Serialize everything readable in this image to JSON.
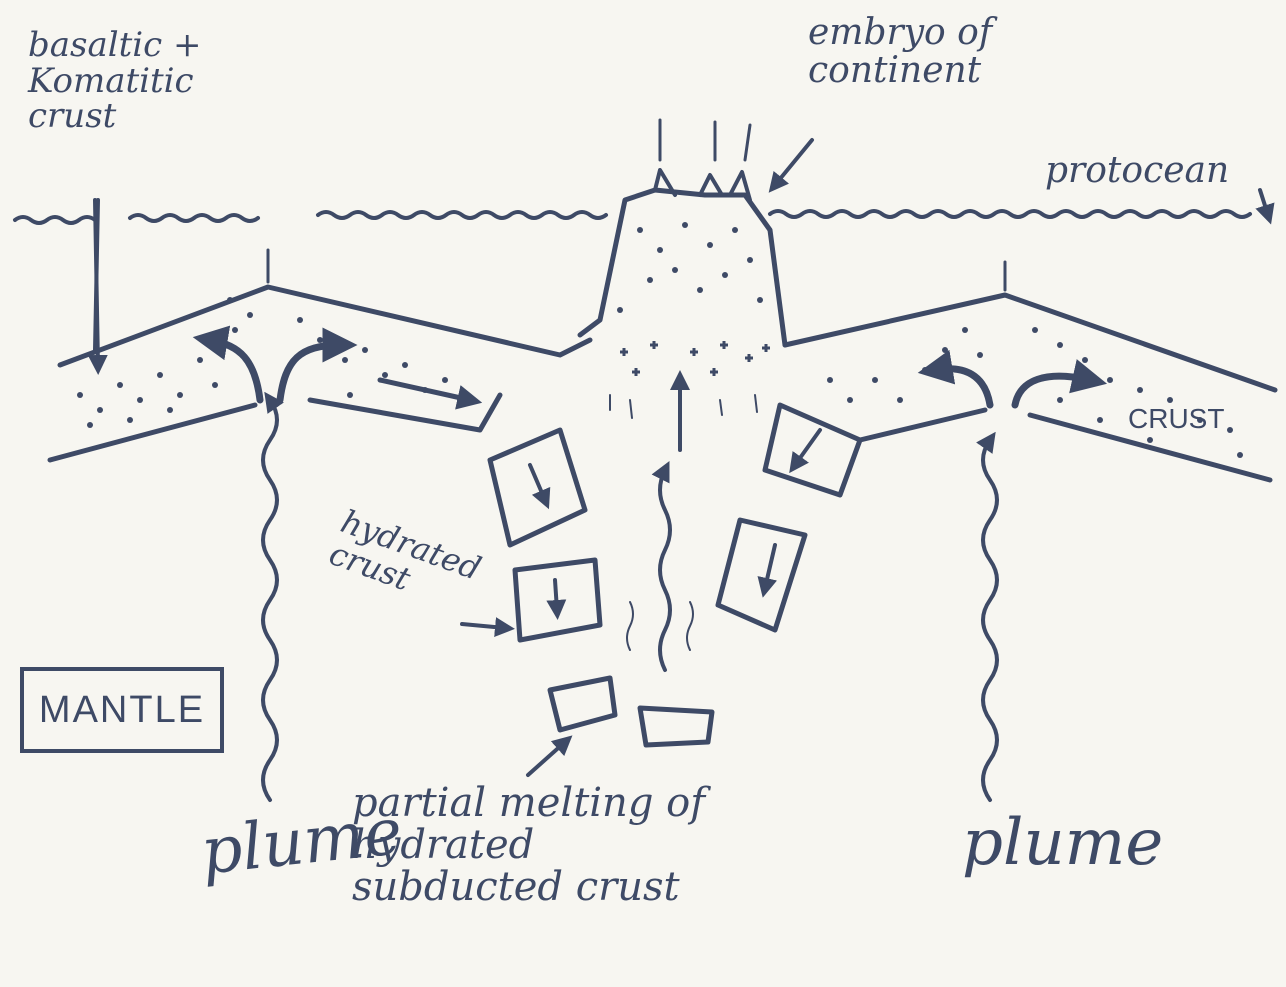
{
  "labels": {
    "crust_type": "basaltic +\nKomatitic\ncrust",
    "embryo": "embryo of\ncontinent",
    "protocean": "protocean",
    "crust_right": "CRUST",
    "hydrated_crust": "hydrated\ncrust",
    "mantle": "MANTLE",
    "partial_melting": "partial melting of\nhydrated\nsubducted crust",
    "plume_left": "plume",
    "plume_right": "plume"
  },
  "colors": {
    "ink": "#3e4a66",
    "paper": "#f7f6f1"
  }
}
